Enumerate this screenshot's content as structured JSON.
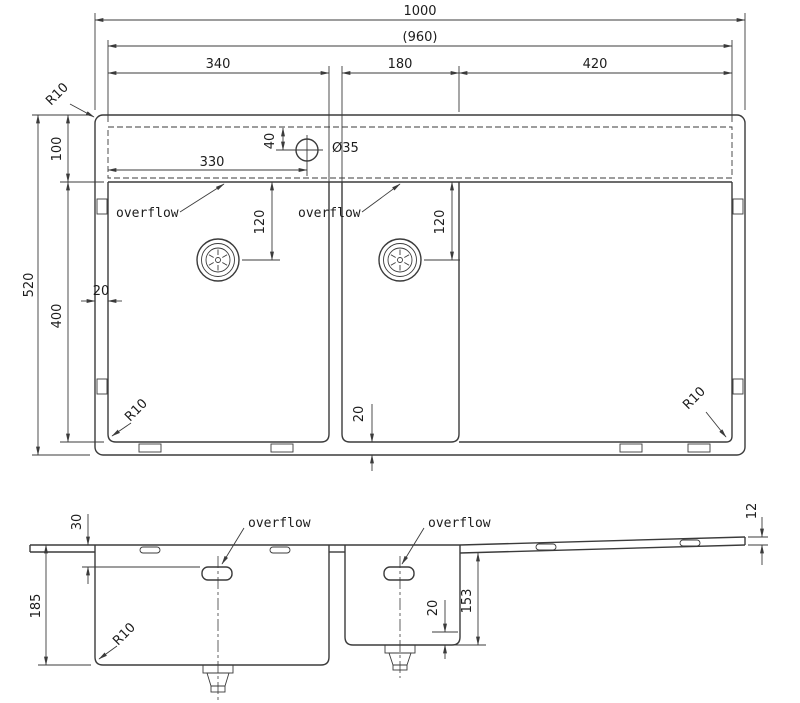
{
  "drawing": {
    "top_view": {
      "overall_width": "1000",
      "inner_width": "(960)",
      "left_bowl_width": "340",
      "center_bowl_width": "180",
      "drainboard_width": "420",
      "overall_depth": "520",
      "ledge_depth": "100",
      "bowl_depth": "400",
      "faucet_offset": "330",
      "faucet_setback": "40",
      "faucet_hole_diameter": "Ø35",
      "left_drain_offset": "120",
      "center_drain_offset": "120",
      "edge_gap": "20",
      "bottom_gap": "20",
      "corner_radius_top_left": "R10",
      "corner_radius_bottom_left": "R10",
      "corner_radius_bottom_right": "R10",
      "overflow_left": "overflow",
      "overflow_center": "overflow"
    },
    "side_view": {
      "overflow_depth": "30",
      "rim_thickness": "12",
      "left_bowl_depth": "185",
      "center_bowl_depth": "153",
      "drain_step": "20",
      "corner_radius": "R10",
      "overflow_left": "overflow",
      "overflow_center": "overflow"
    }
  }
}
